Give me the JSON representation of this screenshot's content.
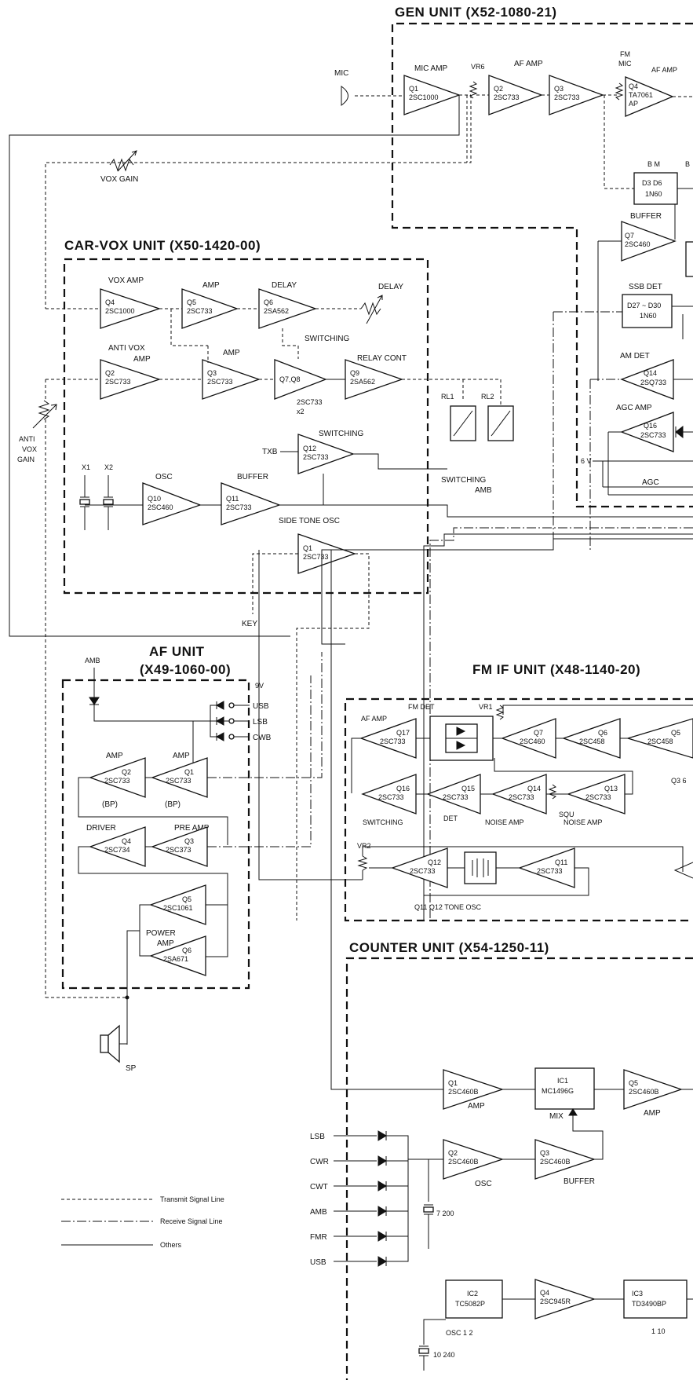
{
  "units": {
    "gen": "GEN UNIT (X52-1080-21)",
    "carvox": "CAR-VOX UNIT (X50-1420-00)",
    "af_line1": "AF UNIT",
    "af_line2": "(X49-1060-00)",
    "fmif": "FM IF UNIT (X48-1140-20)",
    "counter": "COUNTER UNIT (X54-1250-11)"
  },
  "labels": {
    "mic": "MIC",
    "mic_amp": "MIC AMP",
    "vr6": "VR6",
    "af_amp": "AF AMP",
    "fm_mic_1": "FM",
    "fm_mic_2": "MIC",
    "af_amp_r": "AF AMP",
    "bm": "B M",
    "b": "B",
    "buffer": "BUFFER",
    "vox_gain": "VOX GAIN",
    "ssb_det": "SSB DET",
    "am_det": "AM DET",
    "agc_amp": "AGC AMP",
    "six_v": "6 V",
    "agc": "AGC",
    "vox_amp": "VOX AMP",
    "amp": "AMP",
    "delay": "DELAY",
    "delay_pot": "DELAY",
    "switching": "SWITCHING",
    "anti_vox_amp_1": "ANTI VOX",
    "anti_vox_amp_2": "AMP",
    "relay_cont": "RELAY CONT",
    "x2": "x2",
    "rl1": "RL1",
    "rl2": "RL2",
    "anti_1": "ANTI",
    "anti_2": "VOX",
    "anti_3": "GAIN",
    "x1_crystal": "X1",
    "x2_crystal": "X2",
    "osc": "OSC",
    "buffer2": "BUFFER",
    "switching2": "SWITCHING",
    "txb": "TXB",
    "switching_amb_1": "SWITCHING",
    "switching_amb_2": "AMB",
    "side_tone_osc": "SIDE TONE OSC",
    "key": "KEY",
    "amb": "AMB",
    "nine_v": "9V",
    "usb": "USB",
    "lsb": "LSB",
    "cwb": "CWB",
    "bp": "(BP)",
    "driver": "DRIVER",
    "pre_amp": "PRE AMP",
    "power_amp_1": "POWER",
    "power_amp_2": "AMP",
    "sp": "SP",
    "fm_det": "FM DET",
    "vr1": "VR1",
    "af_amp_fm": "AF AMP",
    "q36": "Q3 6",
    "switching3": "SWITCHING",
    "det": "DET",
    "noise_amp": "NOISE AMP",
    "noise_amp2": "NOISE AMP",
    "squ": "SQU",
    "vr2": "VR2",
    "tone_osc": "Q11  Q12 TONE OSC",
    "mix": "MIX",
    "amp_c1": "AMP",
    "amp_c2": "AMP",
    "osc_c": "OSC",
    "buffer_c": "BUFFER",
    "c_lsb": "LSB",
    "c_cwr": "CWR",
    "c_cwt": "CWT",
    "c_amb": "AMB",
    "c_fmr": "FMR",
    "c_usb": "USB",
    "xtal_7200": "7 200",
    "xtal_10240": "10 240",
    "osc_12": "OSC  1 2",
    "div_10": "1 10"
  },
  "blocks": {
    "gen_q1": [
      "Q1",
      "2SC1000"
    ],
    "gen_q2": [
      "Q2",
      "2SC733"
    ],
    "gen_q3": [
      "Q3",
      "2SC733"
    ],
    "gen_q4": [
      "Q4",
      "TA7061",
      "AP"
    ],
    "gen_bm": [
      "D3  D6",
      "1N60"
    ],
    "gen_q7": [
      "Q7",
      "2SC460"
    ],
    "gen_ssb": [
      "D27 ~ D30",
      "1N60"
    ],
    "gen_q14": [
      "Q14",
      "2SQ733"
    ],
    "gen_q16": [
      "Q16",
      "2SC733"
    ],
    "cv_q4": [
      "Q4",
      "2SC1000"
    ],
    "cv_q5": [
      "Q5",
      "2SC733"
    ],
    "cv_q6": [
      "Q6",
      "2SA562"
    ],
    "cv_q2": [
      "Q2",
      "2SC733"
    ],
    "cv_q3": [
      "Q3",
      "2SC733"
    ],
    "cv_q78": [
      "Q7,Q8"
    ],
    "cv_q78_sub": "2SC733",
    "cv_q9": [
      "Q9",
      "2SA562"
    ],
    "cv_q12": [
      "Q12",
      "2SC733"
    ],
    "cv_q10": [
      "Q10",
      "2SC460"
    ],
    "cv_q11": [
      "Q11",
      "2SC733"
    ],
    "cv_q1": [
      "Q1",
      "2SC733"
    ],
    "af_q2": [
      "Q2",
      "2SC733"
    ],
    "af_q1": [
      "Q1",
      "2SC733"
    ],
    "af_q4": [
      "Q4",
      "2SC734"
    ],
    "af_q3": [
      "Q3",
      "2SC373"
    ],
    "af_q5": [
      "Q5",
      "2SC1061"
    ],
    "af_q6": [
      "Q6",
      "2SA671"
    ],
    "fm_q17": [
      "Q17",
      "2SC733"
    ],
    "fm_q7": [
      "Q7",
      "2SC460"
    ],
    "fm_q6": [
      "Q6",
      "2SC458"
    ],
    "fm_q5": [
      "Q5",
      "2SC458"
    ],
    "fm_q16": [
      "Q16",
      "2SC733"
    ],
    "fm_q15": [
      "Q15",
      "2SC733"
    ],
    "fm_q14": [
      "Q14",
      "2SC733"
    ],
    "fm_q13": [
      "Q13",
      "2SC733"
    ],
    "fm_q12": [
      "Q12",
      "2SC733"
    ],
    "fm_q11": [
      "Q11",
      "2SC733"
    ],
    "c_q1": [
      "Q1",
      "2SC460B"
    ],
    "c_ic1": [
      "IC1",
      "MC1496G"
    ],
    "c_q5": [
      "Q5",
      "2SC460B"
    ],
    "c_q2": [
      "Q2",
      "2SC460B"
    ],
    "c_q3": [
      "Q3",
      "2SC460B"
    ],
    "c_ic2": [
      "IC2",
      "TC5082P"
    ],
    "c_q4": [
      "Q4",
      "2SC945R"
    ],
    "c_ic3": [
      "IC3",
      "TD3490BP"
    ]
  },
  "legend": {
    "transmit": "Transmit Signal Line",
    "receive": "Receive Signal Line",
    "others": "Others"
  }
}
